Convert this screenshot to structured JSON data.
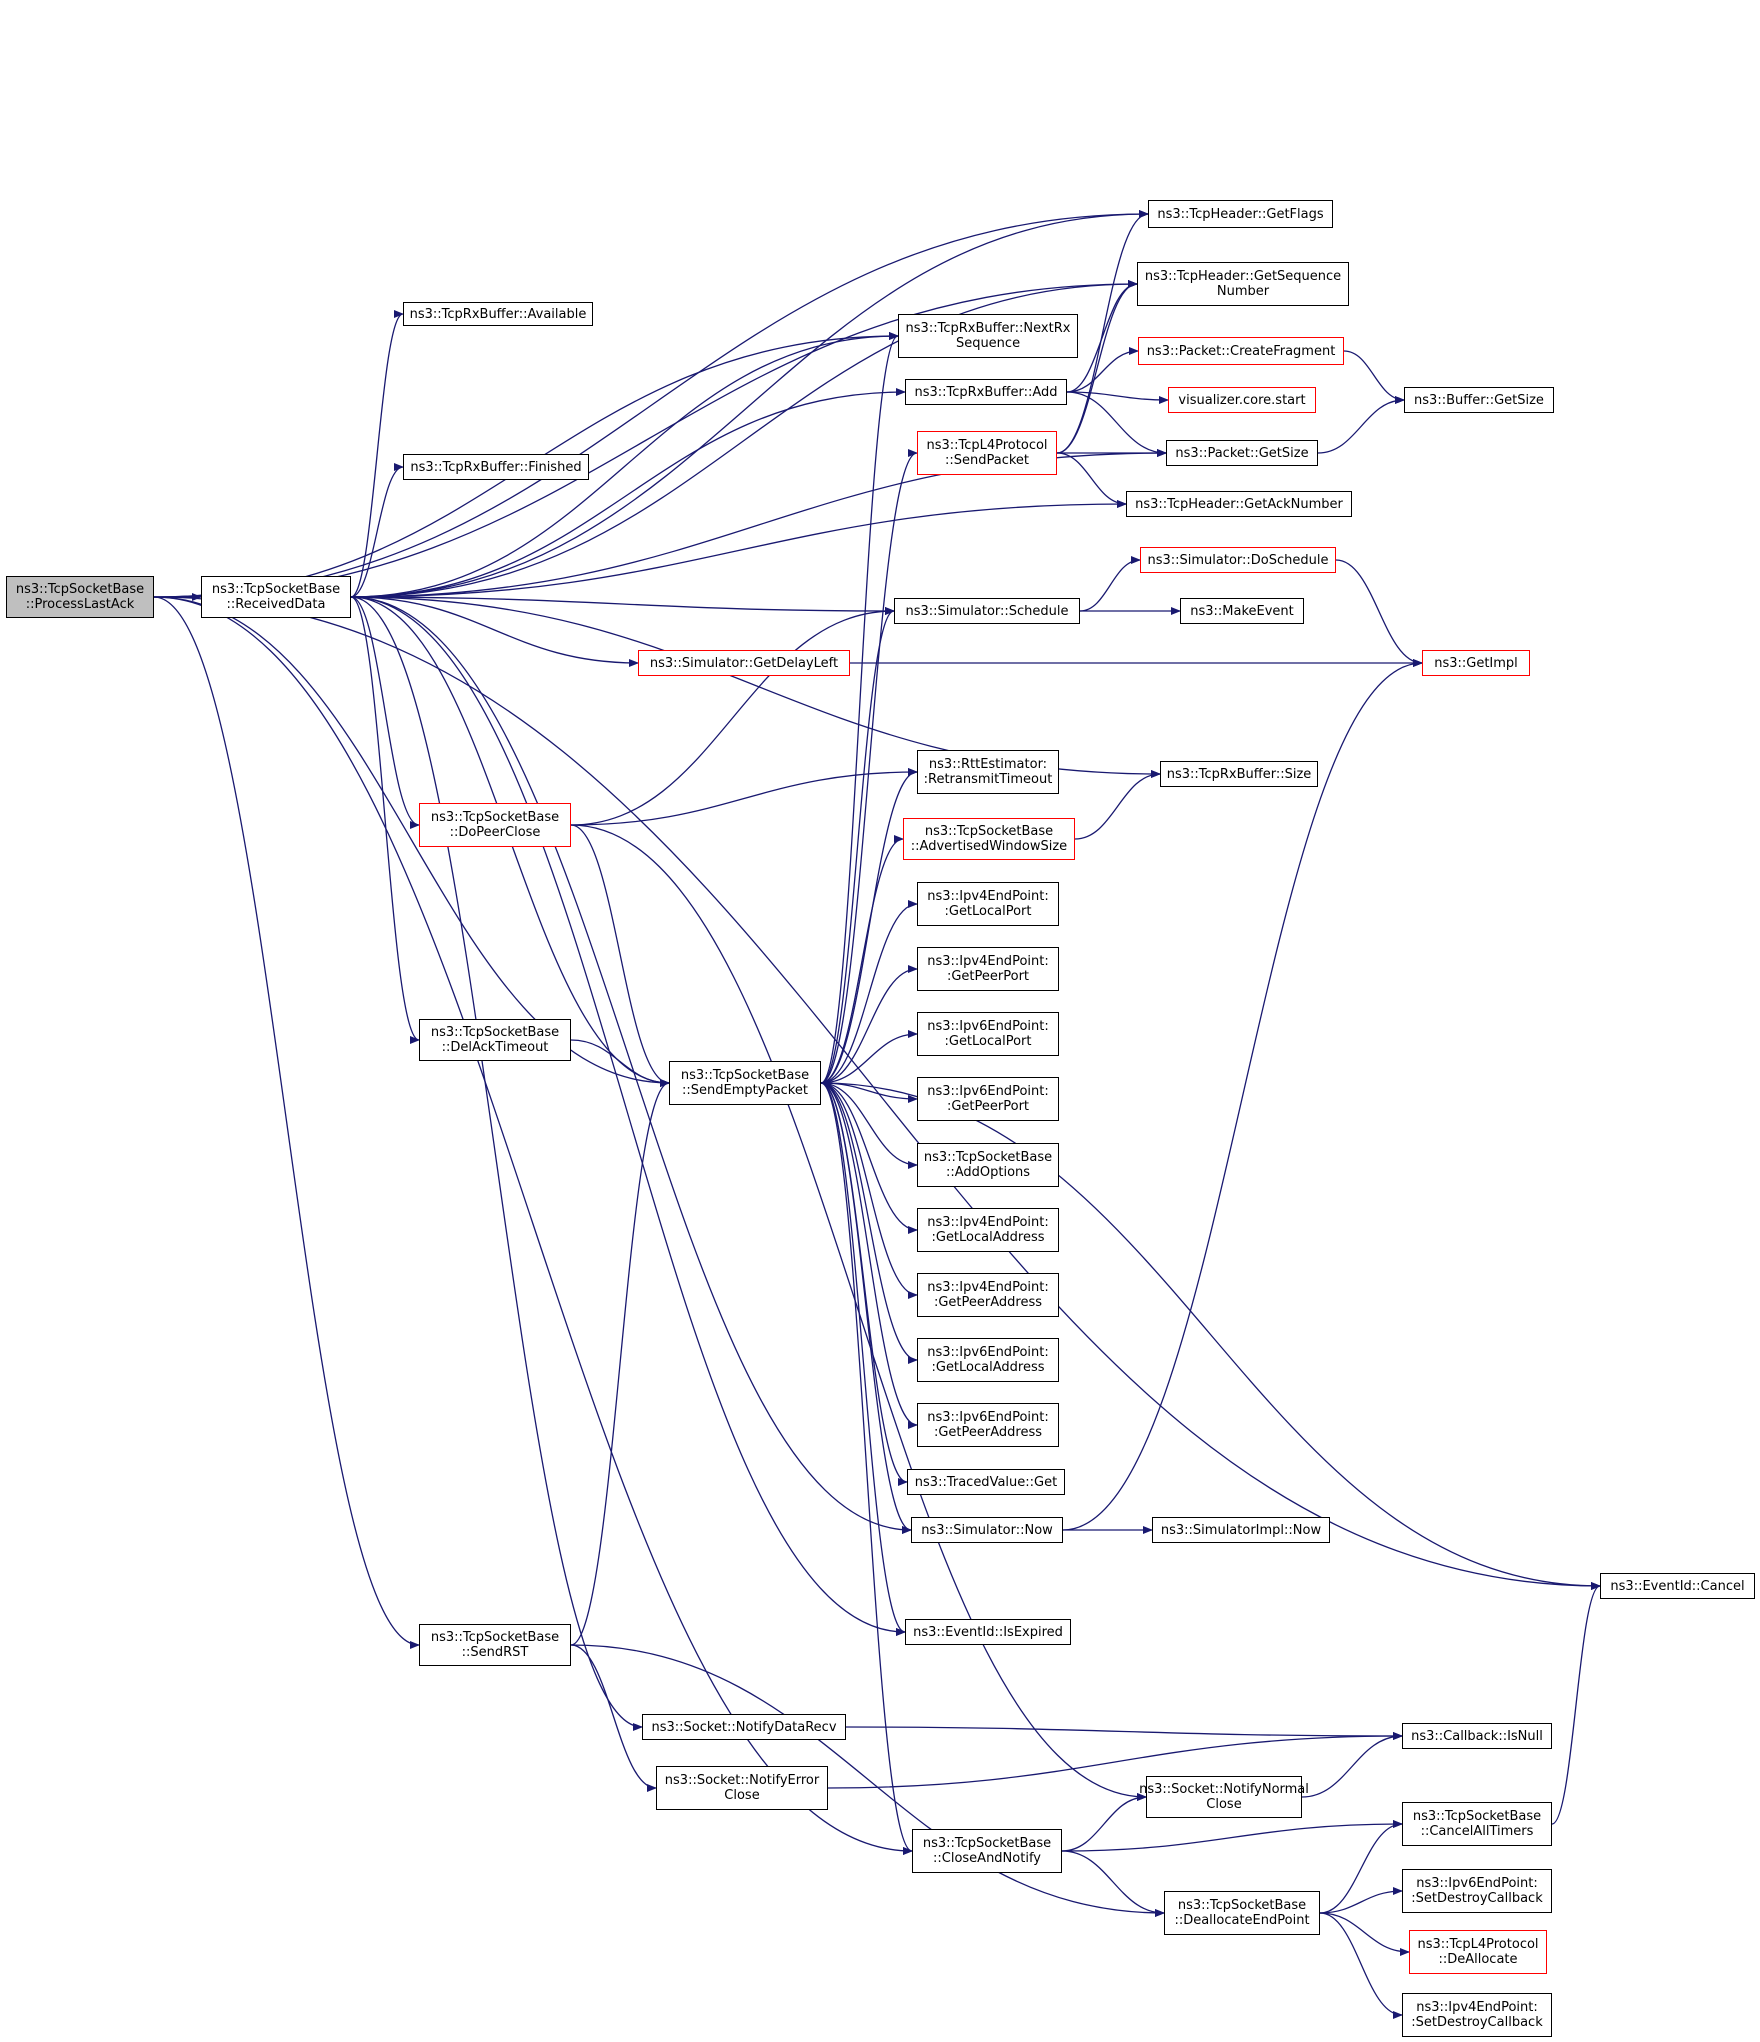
{
  "colors": {
    "edge": "#191970",
    "node_border": "#000000",
    "truncated_border": "#ff0000",
    "root_fill": "#bfbfbf"
  },
  "nodes": [
    {
      "id": "root",
      "lines": [
        "ns3::TcpSocketBase",
        "::ProcessLastAck"
      ],
      "border": "black",
      "fill": "grey"
    },
    {
      "id": "recv",
      "lines": [
        "ns3::TcpSocketBase",
        "::ReceivedData"
      ],
      "border": "black"
    },
    {
      "id": "getflags",
      "lines": [
        "ns3::TcpHeader::GetFlags"
      ],
      "border": "black"
    },
    {
      "id": "getseq",
      "lines": [
        "ns3::TcpHeader::GetSequence",
        "Number"
      ],
      "border": "black"
    },
    {
      "id": "available",
      "lines": [
        "ns3::TcpRxBuffer::Available"
      ],
      "border": "black"
    },
    {
      "id": "nextrx",
      "lines": [
        "ns3::TcpRxBuffer::NextRx",
        "Sequence"
      ],
      "border": "black"
    },
    {
      "id": "createfrag",
      "lines": [
        "ns3::Packet::CreateFragment"
      ],
      "border": "red"
    },
    {
      "id": "rxadd",
      "lines": [
        "ns3::TcpRxBuffer::Add"
      ],
      "border": "black"
    },
    {
      "id": "vizstart",
      "lines": [
        "visualizer.core.start"
      ],
      "border": "red"
    },
    {
      "id": "bufsize",
      "lines": [
        "ns3::Buffer::GetSize"
      ],
      "border": "black"
    },
    {
      "id": "l4send",
      "lines": [
        "ns3::TcpL4Protocol",
        "::SendPacket"
      ],
      "border": "red"
    },
    {
      "id": "pktsize",
      "lines": [
        "ns3::Packet::GetSize"
      ],
      "border": "black"
    },
    {
      "id": "finished",
      "lines": [
        "ns3::TcpRxBuffer::Finished"
      ],
      "border": "black"
    },
    {
      "id": "getack",
      "lines": [
        "ns3::TcpHeader::GetAckNumber"
      ],
      "border": "black"
    },
    {
      "id": "dosched",
      "lines": [
        "ns3::Simulator::DoSchedule"
      ],
      "border": "red"
    },
    {
      "id": "schedule",
      "lines": [
        "ns3::Simulator::Schedule"
      ],
      "border": "black"
    },
    {
      "id": "makeevent",
      "lines": [
        "ns3::MakeEvent"
      ],
      "border": "black"
    },
    {
      "id": "delayleft",
      "lines": [
        "ns3::Simulator::GetDelayLeft"
      ],
      "border": "red"
    },
    {
      "id": "getimpl",
      "lines": [
        "ns3::GetImpl"
      ],
      "border": "red"
    },
    {
      "id": "rto",
      "lines": [
        "ns3::RttEstimator:",
        ":RetransmitTimeout"
      ],
      "border": "black"
    },
    {
      "id": "rxsize",
      "lines": [
        "ns3::TcpRxBuffer::Size"
      ],
      "border": "black"
    },
    {
      "id": "peerclose",
      "lines": [
        "ns3::TcpSocketBase",
        "::DoPeerClose"
      ],
      "border": "red"
    },
    {
      "id": "advwin",
      "lines": [
        "ns3::TcpSocketBase",
        "::AdvertisedWindowSize"
      ],
      "border": "red"
    },
    {
      "id": "v4lport",
      "lines": [
        "ns3::Ipv4EndPoint:",
        ":GetLocalPort"
      ],
      "border": "black"
    },
    {
      "id": "v4pport",
      "lines": [
        "ns3::Ipv4EndPoint:",
        ":GetPeerPort"
      ],
      "border": "black"
    },
    {
      "id": "delack",
      "lines": [
        "ns3::TcpSocketBase",
        "::DelAckTimeout"
      ],
      "border": "black"
    },
    {
      "id": "v6lport",
      "lines": [
        "ns3::Ipv6EndPoint:",
        ":GetLocalPort"
      ],
      "border": "black"
    },
    {
      "id": "sendempty",
      "lines": [
        "ns3::TcpSocketBase",
        "::SendEmptyPacket"
      ],
      "border": "black"
    },
    {
      "id": "v6pport",
      "lines": [
        "ns3::Ipv6EndPoint:",
        ":GetPeerPort"
      ],
      "border": "black"
    },
    {
      "id": "addopts",
      "lines": [
        "ns3::TcpSocketBase",
        "::AddOptions"
      ],
      "border": "black"
    },
    {
      "id": "v4laddr",
      "lines": [
        "ns3::Ipv4EndPoint:",
        ":GetLocalAddress"
      ],
      "border": "black"
    },
    {
      "id": "v4paddr",
      "lines": [
        "ns3::Ipv4EndPoint:",
        ":GetPeerAddress"
      ],
      "border": "black"
    },
    {
      "id": "v6laddr",
      "lines": [
        "ns3::Ipv6EndPoint:",
        ":GetLocalAddress"
      ],
      "border": "black"
    },
    {
      "id": "v6paddr",
      "lines": [
        "ns3::Ipv6EndPoint:",
        ":GetPeerAddress"
      ],
      "border": "black"
    },
    {
      "id": "tvget",
      "lines": [
        "ns3::TracedValue::Get"
      ],
      "border": "black"
    },
    {
      "id": "simnow",
      "lines": [
        "ns3::Simulator::Now"
      ],
      "border": "black"
    },
    {
      "id": "implnow",
      "lines": [
        "ns3::SimulatorImpl::Now"
      ],
      "border": "black"
    },
    {
      "id": "cancel",
      "lines": [
        "ns3::EventId::Cancel"
      ],
      "border": "black"
    },
    {
      "id": "isexpired",
      "lines": [
        "ns3::EventId::IsExpired"
      ],
      "border": "black"
    },
    {
      "id": "sendrst",
      "lines": [
        "ns3::TcpSocketBase",
        "::SendRST"
      ],
      "border": "black"
    },
    {
      "id": "notifydata",
      "lines": [
        "ns3::Socket::NotifyDataRecv"
      ],
      "border": "black"
    },
    {
      "id": "cbnull",
      "lines": [
        "ns3::Callback::IsNull"
      ],
      "border": "black"
    },
    {
      "id": "notifyerr",
      "lines": [
        "ns3::Socket::NotifyError",
        "Close"
      ],
      "border": "black"
    },
    {
      "id": "notifynorm",
      "lines": [
        "ns3::Socket::NotifyNormal",
        "Close"
      ],
      "border": "black"
    },
    {
      "id": "cancelall",
      "lines": [
        "ns3::TcpSocketBase",
        "::CancelAllTimers"
      ],
      "border": "black"
    },
    {
      "id": "closenotify",
      "lines": [
        "ns3::TcpSocketBase",
        "::CloseAndNotify"
      ],
      "border": "black"
    },
    {
      "id": "dealloc",
      "lines": [
        "ns3::TcpSocketBase",
        "::DeallocateEndPoint"
      ],
      "border": "black"
    },
    {
      "id": "v6destroy",
      "lines": [
        "ns3::Ipv6EndPoint:",
        ":SetDestroyCallback"
      ],
      "border": "black"
    },
    {
      "id": "l4dealloc",
      "lines": [
        "ns3::TcpL4Protocol",
        "::DeAllocate"
      ],
      "border": "red"
    },
    {
      "id": "v4destroy",
      "lines": [
        "ns3::Ipv4EndPoint:",
        ":SetDestroyCallback"
      ],
      "border": "black"
    }
  ],
  "edges": [
    [
      "root",
      "recv"
    ],
    [
      "root",
      "getflags"
    ],
    [
      "root",
      "getseq"
    ],
    [
      "root",
      "nextrx"
    ],
    [
      "root",
      "cancel"
    ],
    [
      "root",
      "sendempty"
    ],
    [
      "root",
      "sendrst"
    ],
    [
      "root",
      "closenotify"
    ],
    [
      "recv",
      "available"
    ],
    [
      "recv",
      "nextrx"
    ],
    [
      "recv",
      "rxadd"
    ],
    [
      "recv",
      "finished"
    ],
    [
      "recv",
      "pktsize"
    ],
    [
      "recv",
      "getack"
    ],
    [
      "recv",
      "schedule"
    ],
    [
      "recv",
      "delayleft"
    ],
    [
      "recv",
      "rxsize"
    ],
    [
      "recv",
      "peerclose"
    ],
    [
      "recv",
      "sendempty"
    ],
    [
      "recv",
      "delack"
    ],
    [
      "recv",
      "simnow"
    ],
    [
      "recv",
      "isexpired"
    ],
    [
      "recv",
      "notifydata"
    ],
    [
      "recv",
      "getflags"
    ],
    [
      "recv",
      "getseq"
    ],
    [
      "rxadd",
      "getseq"
    ],
    [
      "rxadd",
      "createfrag"
    ],
    [
      "rxadd",
      "vizstart"
    ],
    [
      "rxadd",
      "pktsize"
    ],
    [
      "createfrag",
      "bufsize"
    ],
    [
      "pktsize",
      "bufsize"
    ],
    [
      "l4send",
      "getflags"
    ],
    [
      "l4send",
      "getseq"
    ],
    [
      "l4send",
      "pktsize"
    ],
    [
      "l4send",
      "getack"
    ],
    [
      "schedule",
      "dosched"
    ],
    [
      "schedule",
      "makeevent"
    ],
    [
      "dosched",
      "getimpl"
    ],
    [
      "delayleft",
      "getimpl"
    ],
    [
      "advwin",
      "rxsize"
    ],
    [
      "peerclose",
      "schedule"
    ],
    [
      "peerclose",
      "rto"
    ],
    [
      "peerclose",
      "sendempty"
    ],
    [
      "peerclose",
      "notifynorm"
    ],
    [
      "delack",
      "sendempty"
    ],
    [
      "sendempty",
      "nextrx"
    ],
    [
      "sendempty",
      "l4send"
    ],
    [
      "sendempty",
      "schedule"
    ],
    [
      "sendempty",
      "rto"
    ],
    [
      "sendempty",
      "advwin"
    ],
    [
      "sendempty",
      "v4lport"
    ],
    [
      "sendempty",
      "v4pport"
    ],
    [
      "sendempty",
      "v6lport"
    ],
    [
      "sendempty",
      "v6pport"
    ],
    [
      "sendempty",
      "addopts"
    ],
    [
      "sendempty",
      "v4laddr"
    ],
    [
      "sendempty",
      "v4paddr"
    ],
    [
      "sendempty",
      "v6laddr"
    ],
    [
      "sendempty",
      "v6paddr"
    ],
    [
      "sendempty",
      "tvget"
    ],
    [
      "sendempty",
      "simnow"
    ],
    [
      "sendempty",
      "cancel"
    ],
    [
      "sendempty",
      "isexpired"
    ],
    [
      "sendempty",
      "closenotify"
    ],
    [
      "simnow",
      "implnow"
    ],
    [
      "simnow",
      "getimpl"
    ],
    [
      "sendrst",
      "sendempty"
    ],
    [
      "sendrst",
      "notifyerr"
    ],
    [
      "sendrst",
      "dealloc"
    ],
    [
      "notifydata",
      "cbnull"
    ],
    [
      "notifyerr",
      "cbnull"
    ],
    [
      "notifynorm",
      "cbnull"
    ],
    [
      "closenotify",
      "notifynorm"
    ],
    [
      "closenotify",
      "cancelall"
    ],
    [
      "closenotify",
      "dealloc"
    ],
    [
      "cancelall",
      "cancel"
    ],
    [
      "dealloc",
      "cancelall"
    ],
    [
      "dealloc",
      "v6destroy"
    ],
    [
      "dealloc",
      "l4dealloc"
    ],
    [
      "dealloc",
      "v4destroy"
    ]
  ]
}
